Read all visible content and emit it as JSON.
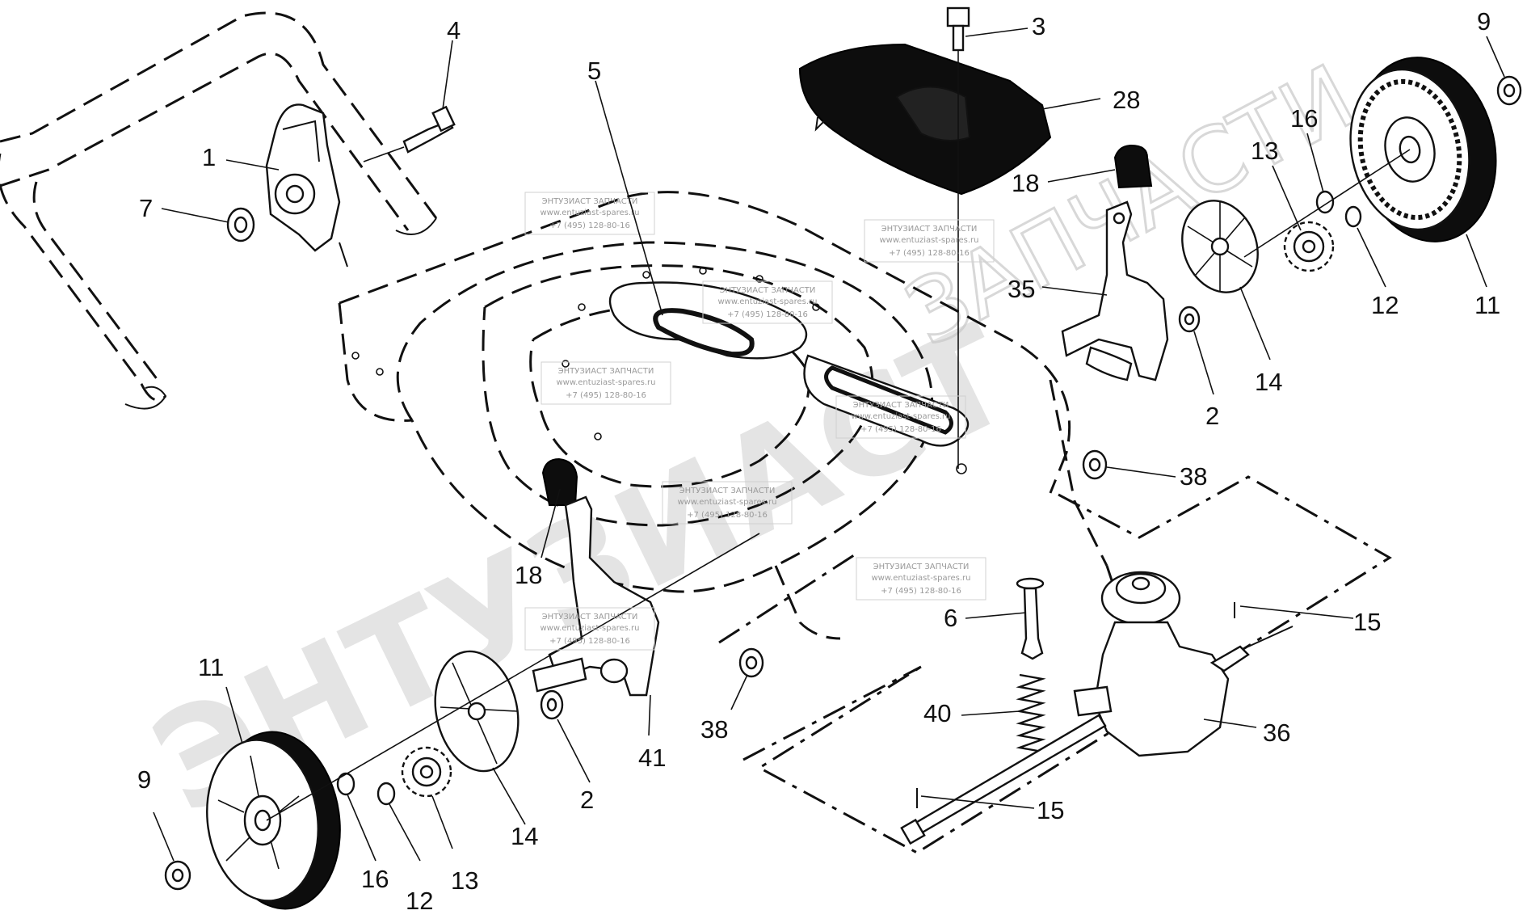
{
  "watermark": {
    "big_text": "ЭНТУЗИАСТ",
    "sub_text": "ЗАПЧАСТИ",
    "box_title": "ЭНТУЗИАСТ ЗАПЧАСТИ",
    "box_url": "www.entuziast-spares.ru",
    "box_phone": "+7 (495) 128-80-16"
  },
  "callouts": [
    {
      "id": "c1",
      "label": "1"
    },
    {
      "id": "c2a",
      "label": "2"
    },
    {
      "id": "c2b",
      "label": "2"
    },
    {
      "id": "c3",
      "label": "3"
    },
    {
      "id": "c4",
      "label": "4"
    },
    {
      "id": "c5",
      "label": "5"
    },
    {
      "id": "c6",
      "label": "6"
    },
    {
      "id": "c7",
      "label": "7"
    },
    {
      "id": "c9a",
      "label": "9"
    },
    {
      "id": "c9b",
      "label": "9"
    },
    {
      "id": "c11a",
      "label": "11"
    },
    {
      "id": "c11b",
      "label": "11"
    },
    {
      "id": "c12a",
      "label": "12"
    },
    {
      "id": "c12b",
      "label": "12"
    },
    {
      "id": "c13a",
      "label": "13"
    },
    {
      "id": "c13b",
      "label": "13"
    },
    {
      "id": "c14a",
      "label": "14"
    },
    {
      "id": "c14b",
      "label": "14"
    },
    {
      "id": "c15a",
      "label": "15"
    },
    {
      "id": "c15b",
      "label": "15"
    },
    {
      "id": "c16a",
      "label": "16"
    },
    {
      "id": "c16b",
      "label": "16"
    },
    {
      "id": "c18a",
      "label": "18"
    },
    {
      "id": "c18b",
      "label": "18"
    },
    {
      "id": "c28",
      "label": "28"
    },
    {
      "id": "c35",
      "label": "35"
    },
    {
      "id": "c36",
      "label": "36"
    },
    {
      "id": "c38a",
      "label": "38"
    },
    {
      "id": "c38b",
      "label": "38"
    },
    {
      "id": "c40",
      "label": "40"
    },
    {
      "id": "c41",
      "label": "41"
    }
  ]
}
